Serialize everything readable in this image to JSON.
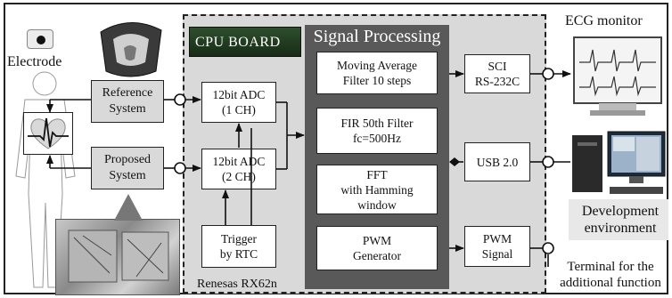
{
  "labels": {
    "electrode": "Electrode",
    "cpu_board": "CPU BOARD",
    "signal_processing": "Signal Processing",
    "ecg_monitor": "ECG monitor",
    "renesas": "Renesas RX62n",
    "development_env": "Development\nenvironment",
    "terminal": "Terminal for the\nadditional function"
  },
  "blocks": {
    "reference_system": "Reference\nSystem",
    "proposed_system": "Proposed\nSystem",
    "adc1": "12bit ADC\n(1 CH)",
    "adc2": "12bit ADC\n(2 CH)",
    "trigger": "Trigger\nby RTC",
    "moving_average": "Moving Average\nFilter 10 steps",
    "fir": "FIR 50th Filter\nfc=500Hz",
    "fft": "FFT\nwith Hamming\nwindow",
    "pwm_gen": "PWM\nGenerator",
    "sci": "SCI\nRS-232C",
    "usb": "USB   2.0",
    "pwm_signal": "PWM\nSignal"
  },
  "icons": [
    "electrode-icon",
    "reference-device-icon",
    "body-icon",
    "heart-ecg-icon",
    "proposed-device-photo",
    "ecg-monitor-icon",
    "computer-icon"
  ],
  "colors": {
    "signal_processing_bg": "#595959",
    "cpu_bg": "#d9d9d9",
    "box_bg": "#ffffff",
    "line": "#222222"
  }
}
